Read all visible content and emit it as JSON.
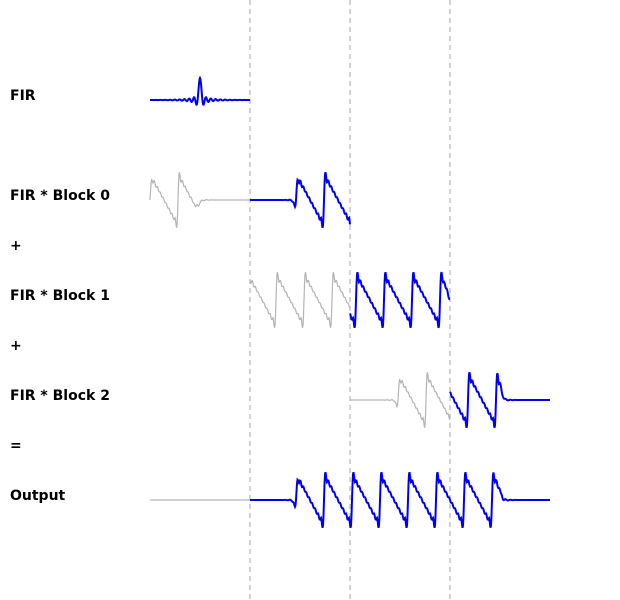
{
  "labels": {
    "fir": "FIR",
    "block0": "FIR * Block 0",
    "plus1": "+",
    "block1": "FIR * Block 1",
    "plus2": "+",
    "block2": "FIR * Block 2",
    "equals": "=",
    "output": "Output"
  },
  "colors": {
    "signal": "#0000ee",
    "faded": "#b3b3b3",
    "divider": "#b3b3b3",
    "text": "#000000"
  }
}
